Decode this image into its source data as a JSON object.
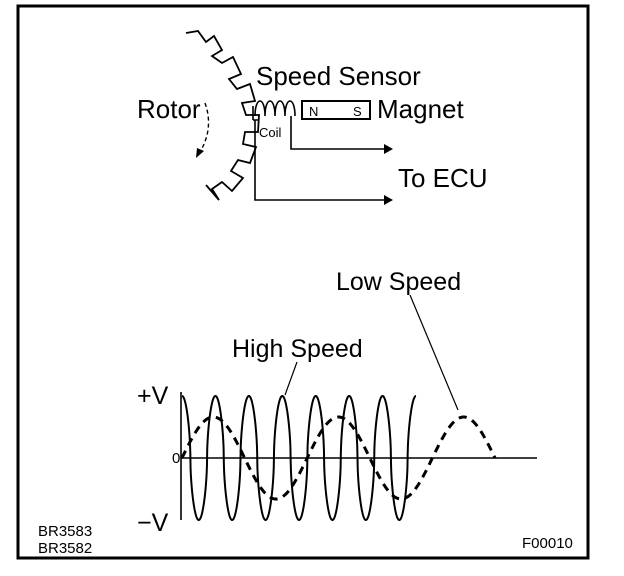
{
  "labels": {
    "speed_sensor": "Speed Sensor",
    "rotor": "Rotor",
    "coil": "Coil",
    "magnet_n": "N",
    "magnet_s": "S",
    "magnet": "Magnet",
    "to_ecu": "To ECU",
    "low_speed": "Low Speed",
    "high_speed": "High Speed",
    "plus_v": "+V",
    "minus_v": "−V",
    "zero": "0",
    "ref_codes": [
      "BR3583",
      "BR3582"
    ],
    "figure_id": "F00010"
  },
  "waveforms": {
    "high_speed_cycles": 7,
    "low_speed_cycles": 2.5
  },
  "colors": {
    "ink": "#000000",
    "paper": "#ffffff"
  }
}
